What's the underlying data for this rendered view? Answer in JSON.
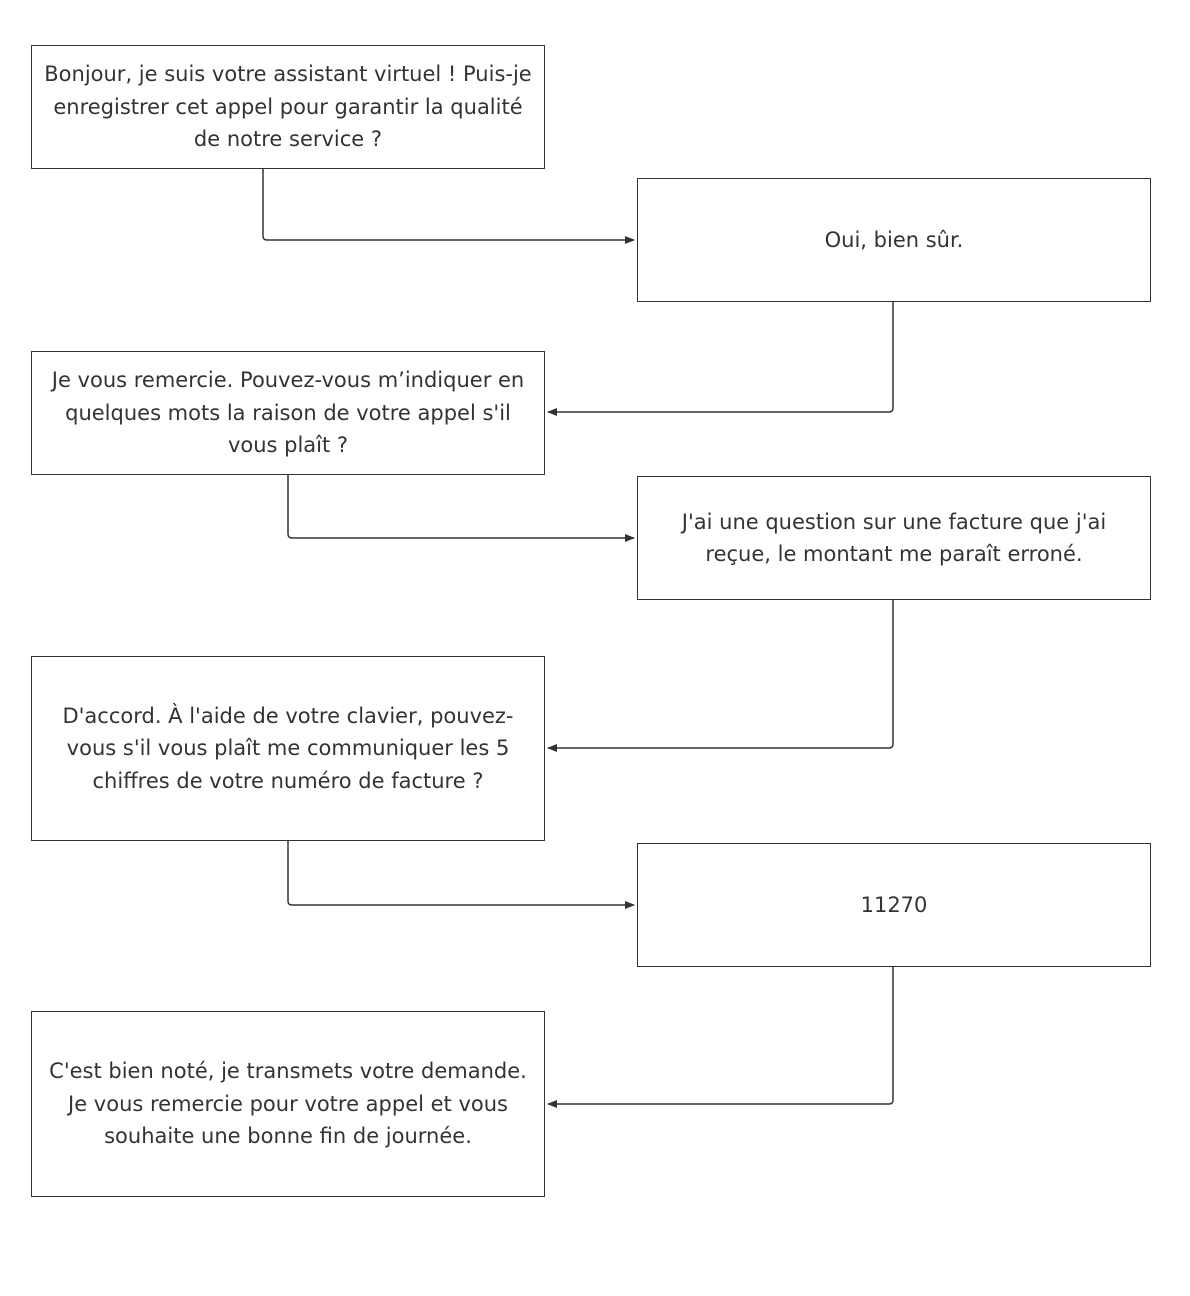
{
  "flowchart": {
    "steps": [
      {
        "speaker": "assistant",
        "text": "Bonjour, je suis votre assistant virtuel ! Puis-je enregistrer cet appel pour garantir la qualité de notre service ?"
      },
      {
        "speaker": "caller",
        "text": "Oui, bien sûr."
      },
      {
        "speaker": "assistant",
        "text": "Je vous remercie. Pouvez-vous m’indiquer en quelques mots la raison de votre appel s'il vous plaît ?"
      },
      {
        "speaker": "caller",
        "text": "J'ai une question sur une facture que j'ai reçue, le montant me paraît erroné."
      },
      {
        "speaker": "assistant",
        "text": "D'accord. À l'aide de votre clavier, pouvez-vous s'il vous plaît me communiquer les 5 chiffres de votre numéro de facture ?"
      },
      {
        "speaker": "caller",
        "text": "11270"
      },
      {
        "speaker": "assistant",
        "text": "C'est bien noté, je transmets votre demande. Je vous remercie pour votre appel et vous souhaite une bonne fin de journée."
      }
    ],
    "colors": {
      "stroke": "#333333",
      "text": "#333333",
      "background": "#ffffff"
    }
  }
}
